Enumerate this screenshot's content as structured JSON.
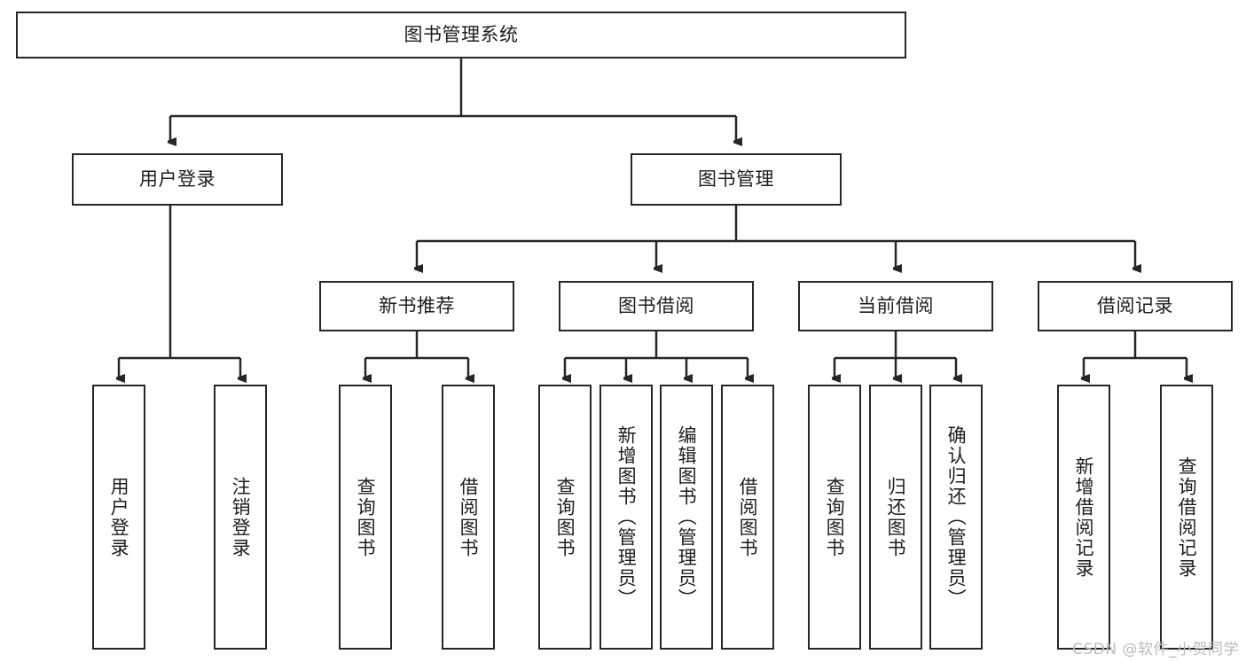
{
  "diagram": {
    "title_node": {
      "label": "图书管理系统"
    },
    "level2": [
      {
        "id": "user-login",
        "label": "用户登录"
      },
      {
        "id": "book-management",
        "label": "图书管理"
      }
    ],
    "level3": [
      {
        "id": "new-book-recommend",
        "label": "新书推荐"
      },
      {
        "id": "book-borrow",
        "label": "图书借阅"
      },
      {
        "id": "current-borrow",
        "label": "当前借阅"
      },
      {
        "id": "borrow-record",
        "label": "借阅记录"
      }
    ],
    "leaves": [
      {
        "id": "leaf-user-login",
        "label": "用户登录"
      },
      {
        "id": "leaf-logout-login",
        "label": "注销登录"
      },
      {
        "id": "leaf-query-book-1",
        "label": "查询图书"
      },
      {
        "id": "leaf-borrow-book-1",
        "label": "借阅图书"
      },
      {
        "id": "leaf-query-book-2",
        "label": "查询图书"
      },
      {
        "id": "leaf-add-book-admin",
        "label": "新增图书（管理员）"
      },
      {
        "id": "leaf-edit-book-admin",
        "label": "编辑图书（管理员）"
      },
      {
        "id": "leaf-borrow-book-2",
        "label": "借阅图书"
      },
      {
        "id": "leaf-query-book-3",
        "label": "查询图书"
      },
      {
        "id": "leaf-return-book",
        "label": "归还图书"
      },
      {
        "id": "leaf-confirm-return-admin",
        "label": "确认归还（管理员）"
      },
      {
        "id": "leaf-add-borrow-record",
        "label": "新增借阅记录"
      },
      {
        "id": "leaf-query-borrow-record",
        "label": "查询借阅记录"
      }
    ],
    "watermark": "CSDN @软件_小贺同学",
    "colors": {
      "border": "#23262b",
      "background": "#ffffff",
      "text": "#1b1d20",
      "watermark": "#b9bbbe"
    }
  }
}
